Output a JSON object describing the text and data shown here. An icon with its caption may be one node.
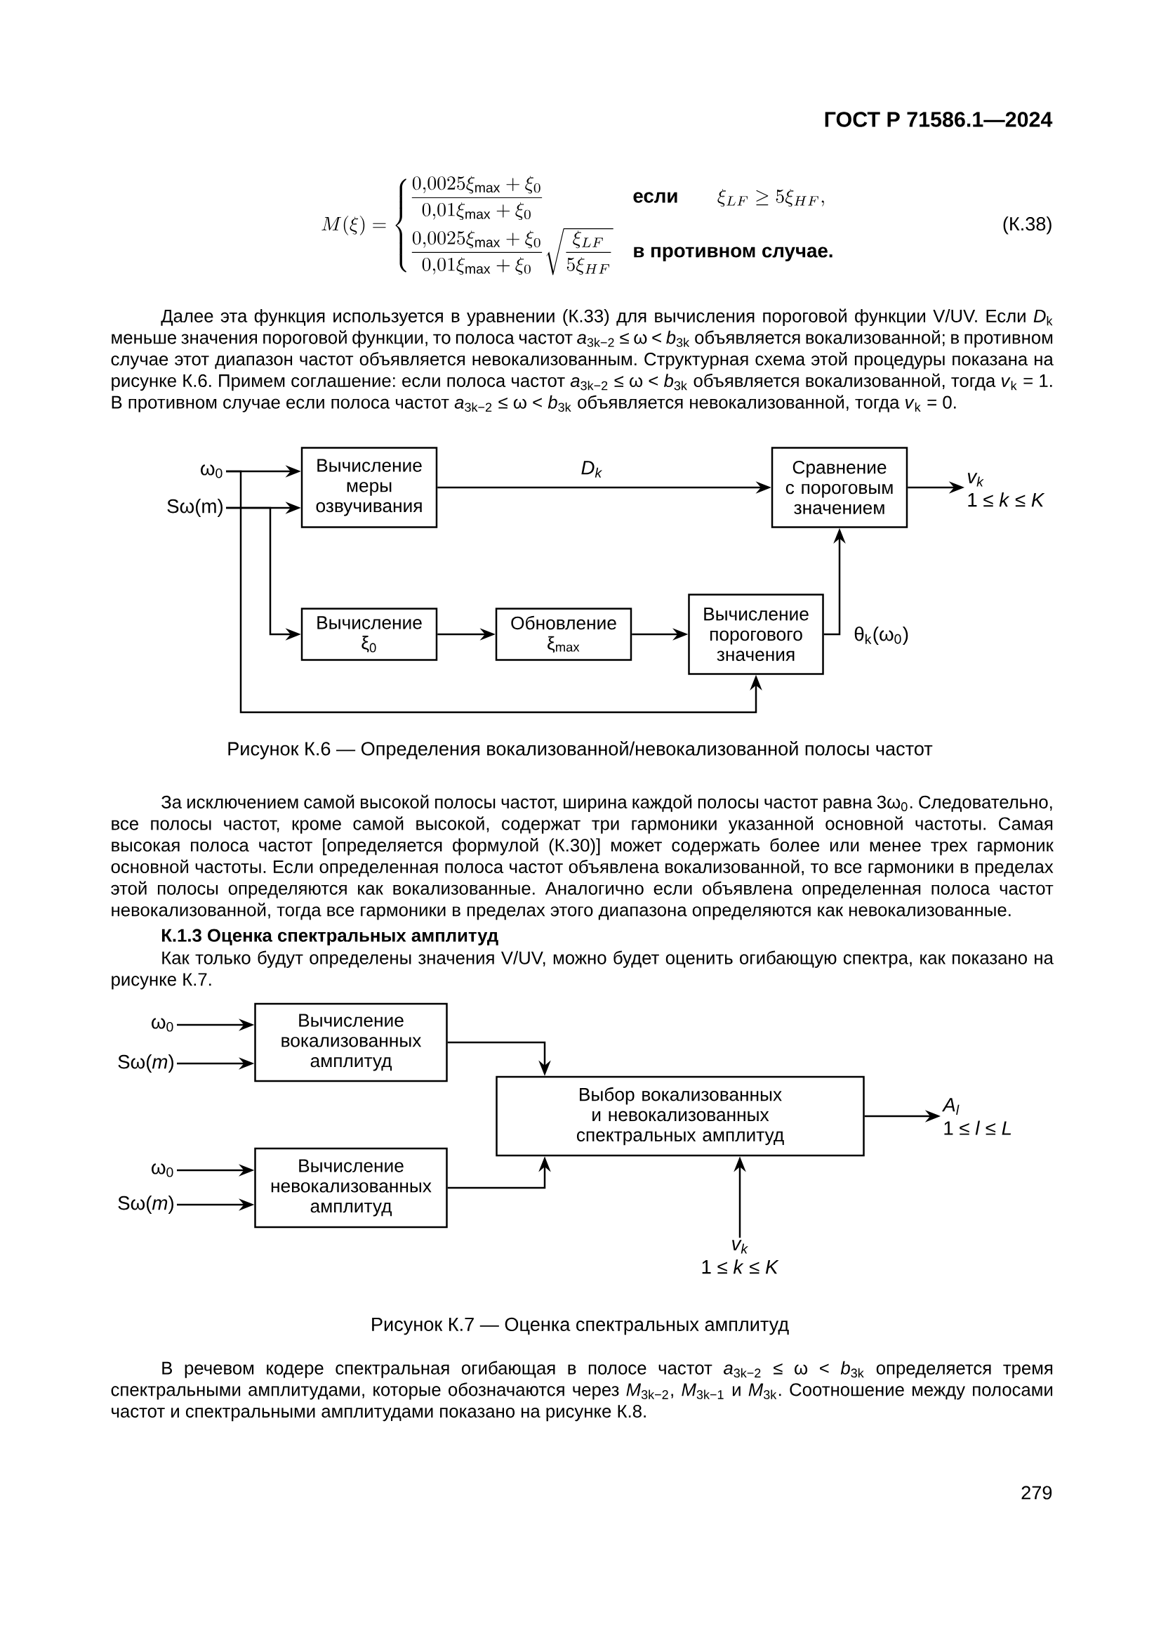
{
  "diagram": {
    "nodes": [
      {
        "text": [
          "ω$_{0}$"
        ]
      },
      {
        "text": [
          "Sω(m)"
        ]
      },
      {
        "text": [
          "Вычисление меры озвучивания"
        ]
      },
      {
        "text": [
          "Сравнение с пороговым значением"
        ]
      },
      {
        "text": [
          "v$_{k}$",
          "1 ≤ *k* ≤ *K*"
        ]
      },
      {
        "text": [
          "Вычисление ξ$_{0}$"
        ]
      },
      {
        "text": [
          "Обновление ξ$_{max}$"
        ]
      },
      {
        "text": [
          "Вычисление порогового значения"
        ]
      },
      {
        "text": [
          "ω$_{0}$"
        ]
      },
      {
        "text": [
          "Sω(*m*)"
        ]
      },
      {
        "text": [
          "Вычисление вокализованных амплитуд"
        ]
      },
      {
        "text": [
          "ω$_{0}$"
        ]
      },
      {
        "text": [
          "Sω(*m*)"
        ]
      },
      {
        "text": [
          "Вычисление невокализованных амплитуд"
        ]
      },
      {
        "text": [
          "Выбор вокализованных и невокализованных спектральных амплитуд"
        ]
      },
      {
        "text": [
          "A$_{l}$",
          "1 ≤ *l* ≤ *L*"
        ]
      },
      {
        "text": [
          "v$_{k}$",
          "1 ≤ *k* ≤ *K*"
        ]
      }
    ],
    "edges": [
      {
        "from": 0,
        "to": 2,
        "arrow": "to"
      },
      {
        "from": 1,
        "to": 2,
        "arrow": "to"
      },
      {
        "from": 1,
        "to": 5,
        "arrow": "to"
      },
      {
        "from": 0,
        "to": 7,
        "arrow": "to"
      },
      {
        "from": 2,
        "to": 3,
        "arrow": "to",
        "label": "D$_{k}$"
      },
      {
        "from": 5,
        "to": 6,
        "arrow": "to"
      },
      {
        "from": 6,
        "to": 7,
        "arrow": "to"
      },
      {
        "from": 7,
        "to": 3,
        "arrow": "to",
        "label": "θ$_{k}$(ω$_{0}$)"
      },
      {
        "from": 3,
        "to": 4,
        "arrow": "to"
      },
      {
        "from": 8,
        "to": 10,
        "arrow": "to"
      },
      {
        "from": 9,
        "to": 10,
        "arrow": "to"
      },
      {
        "from": 11,
        "to": 13,
        "arrow": "to"
      },
      {
        "from": 12,
        "to": 13,
        "arrow": "to"
      },
      {
        "from": 10,
        "to": 14,
        "arrow": "to"
      },
      {
        "from": 13,
        "to": 14,
        "arrow": "to"
      },
      {
        "from": 16,
        "to": 14,
        "arrow": "to"
      },
      {
        "from": 14,
        "to": 15,
        "arrow": "to"
      }
    ],
    "labels": [
      "ГОСТ Р 71586.1—2024",
      "M(\\xi)=\\begin{cases}\\dfrac{0{,}0025\\xi_{\\mathrm{max}}+\\xi_0}{0{,}01\\xi_{\\mathrm{max}}+\\xi_0} & \\mbox{\\textbf{если}}\\qquad \\xi_{LF}\\geq 5\\xi_{HF},\\\\[3mm] \\dfrac{0{,}0025\\xi_{\\mathrm{max}}+\\xi_0}{0{,}01\\xi_{\\mathrm{max}}+\\xi_0}\\sqrt{\\dfrac{\\xi_{LF}}{5\\xi_{HF}}} & \\mbox{\\textbf{в противном случае.}}\\end{cases}",
      "(К.38)",
      "Далее эта функция используется в уравнении (К.33) для вычисления пороговой функции V/UV. Если *D*$_{k}$ меньше значения пороговой функции, то полоса частот *a*$_{3k−2}$ ≤ ω < *b*$_{3k}$ объявляется вокализованной; в противном случае этот диапазон частот объявляется невокализованным. Структурная схема этой процедуры показана на рисунке К.6. Примем соглашение: если полоса частот *a*$_{3k−2}$ ≤ ω < *b*$_{3k}$ объявляется вокализованной, тогда *v*$_{k}$ = 1. В противном случае если полоса частот *a*$_{3k−2}$ ≤ ω < *b*$_{3k}$ объявляется невокализованной, тогда *v*$_{k}$ = 0.",
      "Рисунок К.6 — Определения вокализованной/невокализованной полосы частот",
      "За исключением самой высокой полосы частот, ширина каждой полосы частот равна 3ω$_{0}$. Следовательно, все полосы частот, кроме самой высокой, содержат три гармоники указанной основной частоты. Самая высокая полоса частот [определяется формулой (К.30)] может содержать более или менее трех гармоник основной частоты. Если определенная полоса частот объявлена вокализованной, то все гармоники в пределах этой полосы определяются как вокализованные. Аналогично если объявлена определенная полоса частот невокализованной, тогда все гармоники в пределах этого диапазона определяются как невокализованные.",
      "К.1.3 Оценка спектральных амплитуд",
      "Как только будут определены значения V/UV, можно будет оценить огибающую спектра, как показано на рисунке К.7.",
      "Рисунок К.7 — Оценка спектральных амплитуд",
      "В речевом кодере спектральная огибающая в полосе частот *a*$_{3k−2}$ ≤ ω < *b*$_{3k}$ определяется тремя спектральными амплитудами, которые обозначаются через *M*$_{3k−2}$, *M*$_{3k−1}$ и *M*$_{3k}$. Соотношение между полосами частот и спектральными амплитудами показано на рисунке К.8.",
      "279"
    ]
  }
}
